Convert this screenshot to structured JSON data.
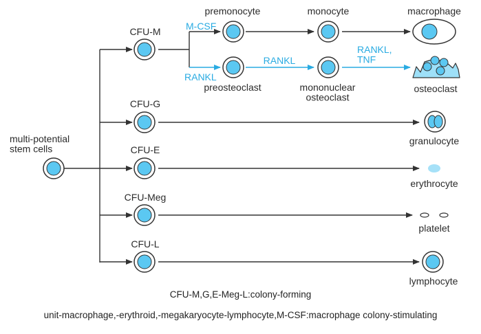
{
  "nodes": {
    "stem": "multi-potential\nstem cells",
    "cfu_m": "CFU-M",
    "cfu_g": "CFU-G",
    "cfu_e": "CFU-E",
    "cfu_meg": "CFU-Meg",
    "cfu_l": "CFU-L",
    "premonocyte": "premonocyte",
    "monocyte": "monocyte",
    "macrophage": "macrophage",
    "preosteoclast": "preosteoclast",
    "mononuclear_osteoclast": "mononuclear\nosteoclast",
    "osteoclast": "osteoclast",
    "granulocyte": "granulocyte",
    "erythrocyte": "erythrocyte",
    "platelet": "platelet",
    "lymphocyte": "lymphocyte"
  },
  "factors": {
    "mcsf": "M-CSF",
    "rankl_1": "RANKL",
    "rankl_2": "RANKL",
    "rankl_tnf": "RANKL,\nTNF"
  },
  "caption": {
    "line1": "CFU-M,G,E-Meg-L:colony-forming",
    "line2": "unit-macrophage,-erythroid,-megakaryocyte-lymphocyte,M-CSF:macrophage colony-stimulating"
  },
  "colors": {
    "cell_fill": "#5bc8f2",
    "cell_outline": "#333333",
    "accent": "#29abe2",
    "line": "#333333"
  }
}
